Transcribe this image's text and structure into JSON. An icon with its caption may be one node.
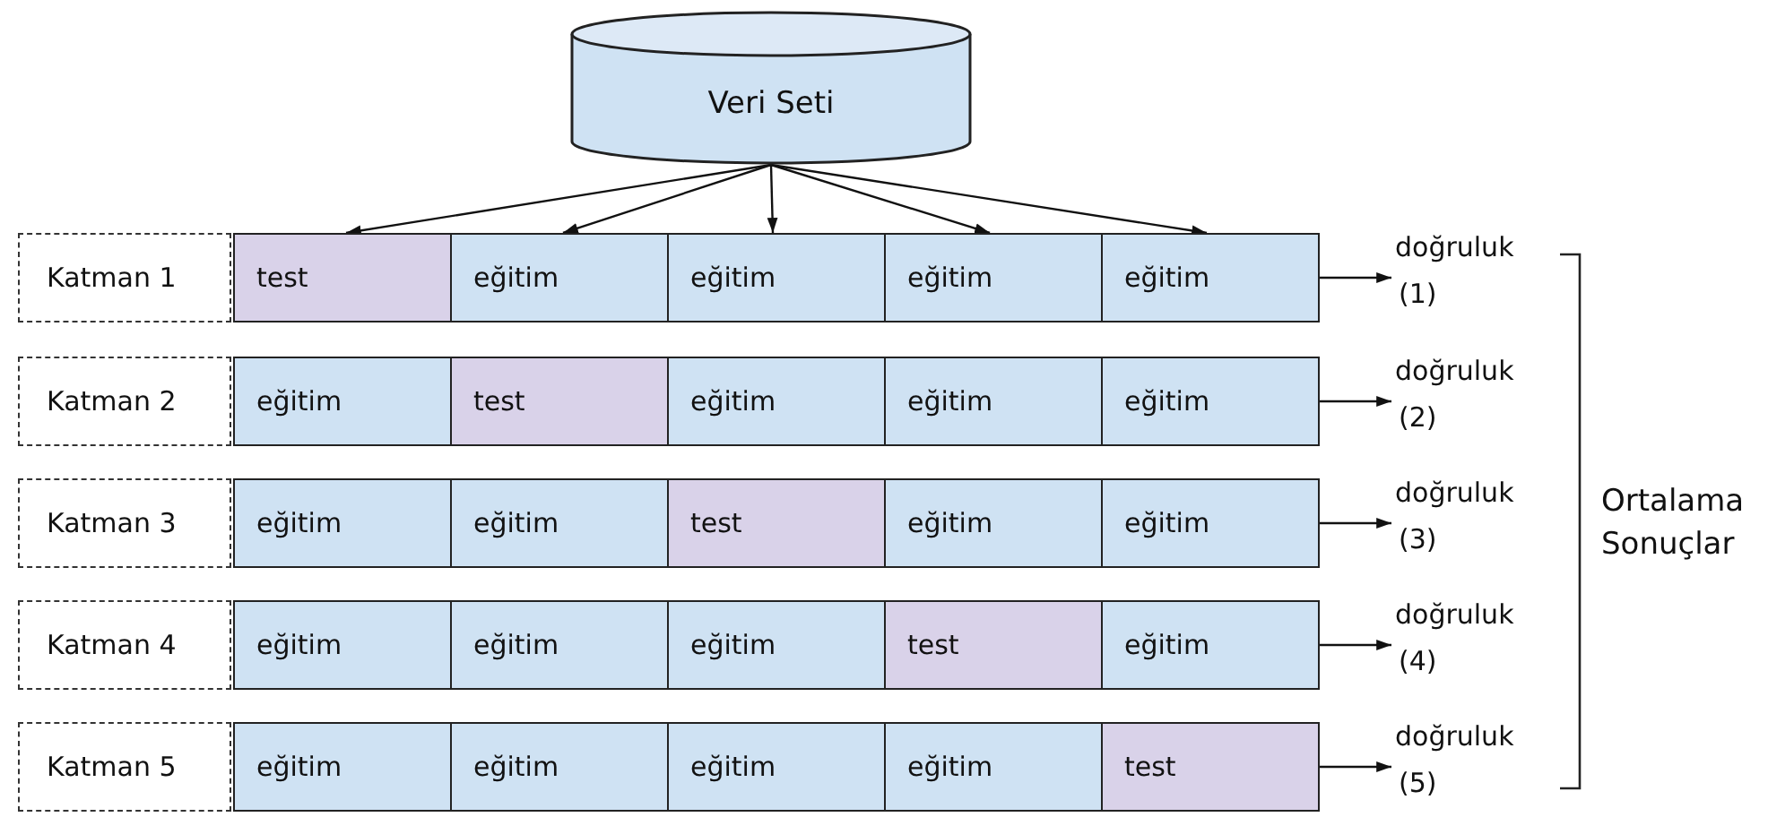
{
  "diagram": {
    "nodes": [
      {
        "text": [
          "Veri Seti"
        ]
      },
      {
        "text": [
          "Katman 1"
        ]
      },
      {
        "text": [
          "test"
        ]
      },
      {
        "text": [
          "eğitim"
        ]
      },
      {
        "text": [
          "eğitim"
        ]
      },
      {
        "text": [
          "eğitim"
        ]
      },
      {
        "text": [
          "eğitim"
        ]
      },
      {
        "text": [
          "doğruluk",
          "(1)"
        ]
      },
      {
        "text": [
          "Katman 2"
        ]
      },
      {
        "text": [
          "eğitim"
        ]
      },
      {
        "text": [
          "test"
        ]
      },
      {
        "text": [
          "eğitim"
        ]
      },
      {
        "text": [
          "eğitim"
        ]
      },
      {
        "text": [
          "eğitim"
        ]
      },
      {
        "text": [
          "doğruluk",
          "(2)"
        ]
      },
      {
        "text": [
          "Katman 3"
        ]
      },
      {
        "text": [
          "eğitim"
        ]
      },
      {
        "text": [
          "eğitim"
        ]
      },
      {
        "text": [
          "test"
        ]
      },
      {
        "text": [
          "eğitim"
        ]
      },
      {
        "text": [
          "eğitim"
        ]
      },
      {
        "text": [
          "doğruluk",
          "(3)"
        ]
      },
      {
        "text": [
          "Katman 4"
        ]
      },
      {
        "text": [
          "eğitim"
        ]
      },
      {
        "text": [
          "eğitim"
        ]
      },
      {
        "text": [
          "eğitim"
        ]
      },
      {
        "text": [
          "test"
        ]
      },
      {
        "text": [
          "eğitim"
        ]
      },
      {
        "text": [
          "doğruluk",
          "(4)"
        ]
      },
      {
        "text": [
          "Katman 5"
        ]
      },
      {
        "text": [
          "eğitim"
        ]
      },
      {
        "text": [
          "eğitim"
        ]
      },
      {
        "text": [
          "eğitim"
        ]
      },
      {
        "text": [
          "eğitim"
        ]
      },
      {
        "text": [
          "test"
        ]
      },
      {
        "text": [
          "doğruluk",
          "(5)"
        ]
      }
    ],
    "edges": [
      {
        "from": 0,
        "to": 2,
        "arrow": "to"
      },
      {
        "from": 0,
        "to": 3,
        "arrow": "to"
      },
      {
        "from": 0,
        "to": 4,
        "arrow": "to"
      },
      {
        "from": 0,
        "to": 5,
        "arrow": "to"
      },
      {
        "from": 0,
        "to": 6,
        "arrow": "to"
      },
      {
        "from": 6,
        "to": 7,
        "arrow": "to"
      },
      {
        "from": 13,
        "to": 14,
        "arrow": "to"
      },
      {
        "from": 20,
        "to": 21,
        "arrow": "to"
      },
      {
        "from": 27,
        "to": 28,
        "arrow": "to"
      },
      {
        "from": 34,
        "to": 35,
        "arrow": "to"
      }
    ],
    "labels": [
      "Ortalama Sonuçlar"
    ]
  }
}
